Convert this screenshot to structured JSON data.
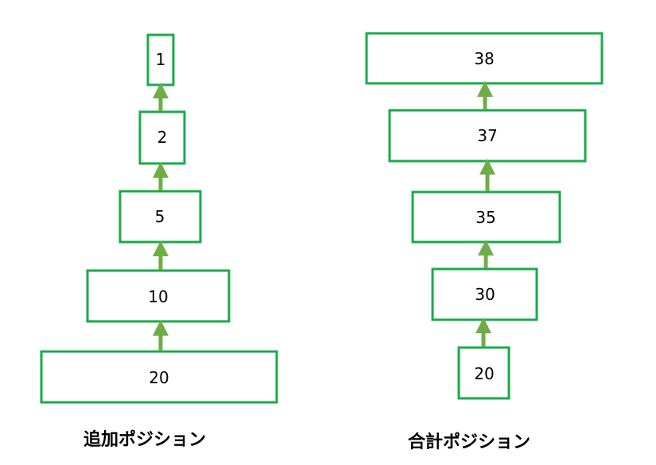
{
  "colors": {
    "box_border": "#1aaa4a",
    "arrow": "#70ad47",
    "text": "#000000"
  },
  "columns": [
    {
      "caption": "追加ポジション",
      "boxes_top_to_bottom": [
        "1",
        "2",
        "5",
        "10",
        "20"
      ]
    },
    {
      "caption": "合計ポジション",
      "boxes_top_to_bottom": [
        "38",
        "37",
        "35",
        "30",
        "20"
      ]
    }
  ]
}
